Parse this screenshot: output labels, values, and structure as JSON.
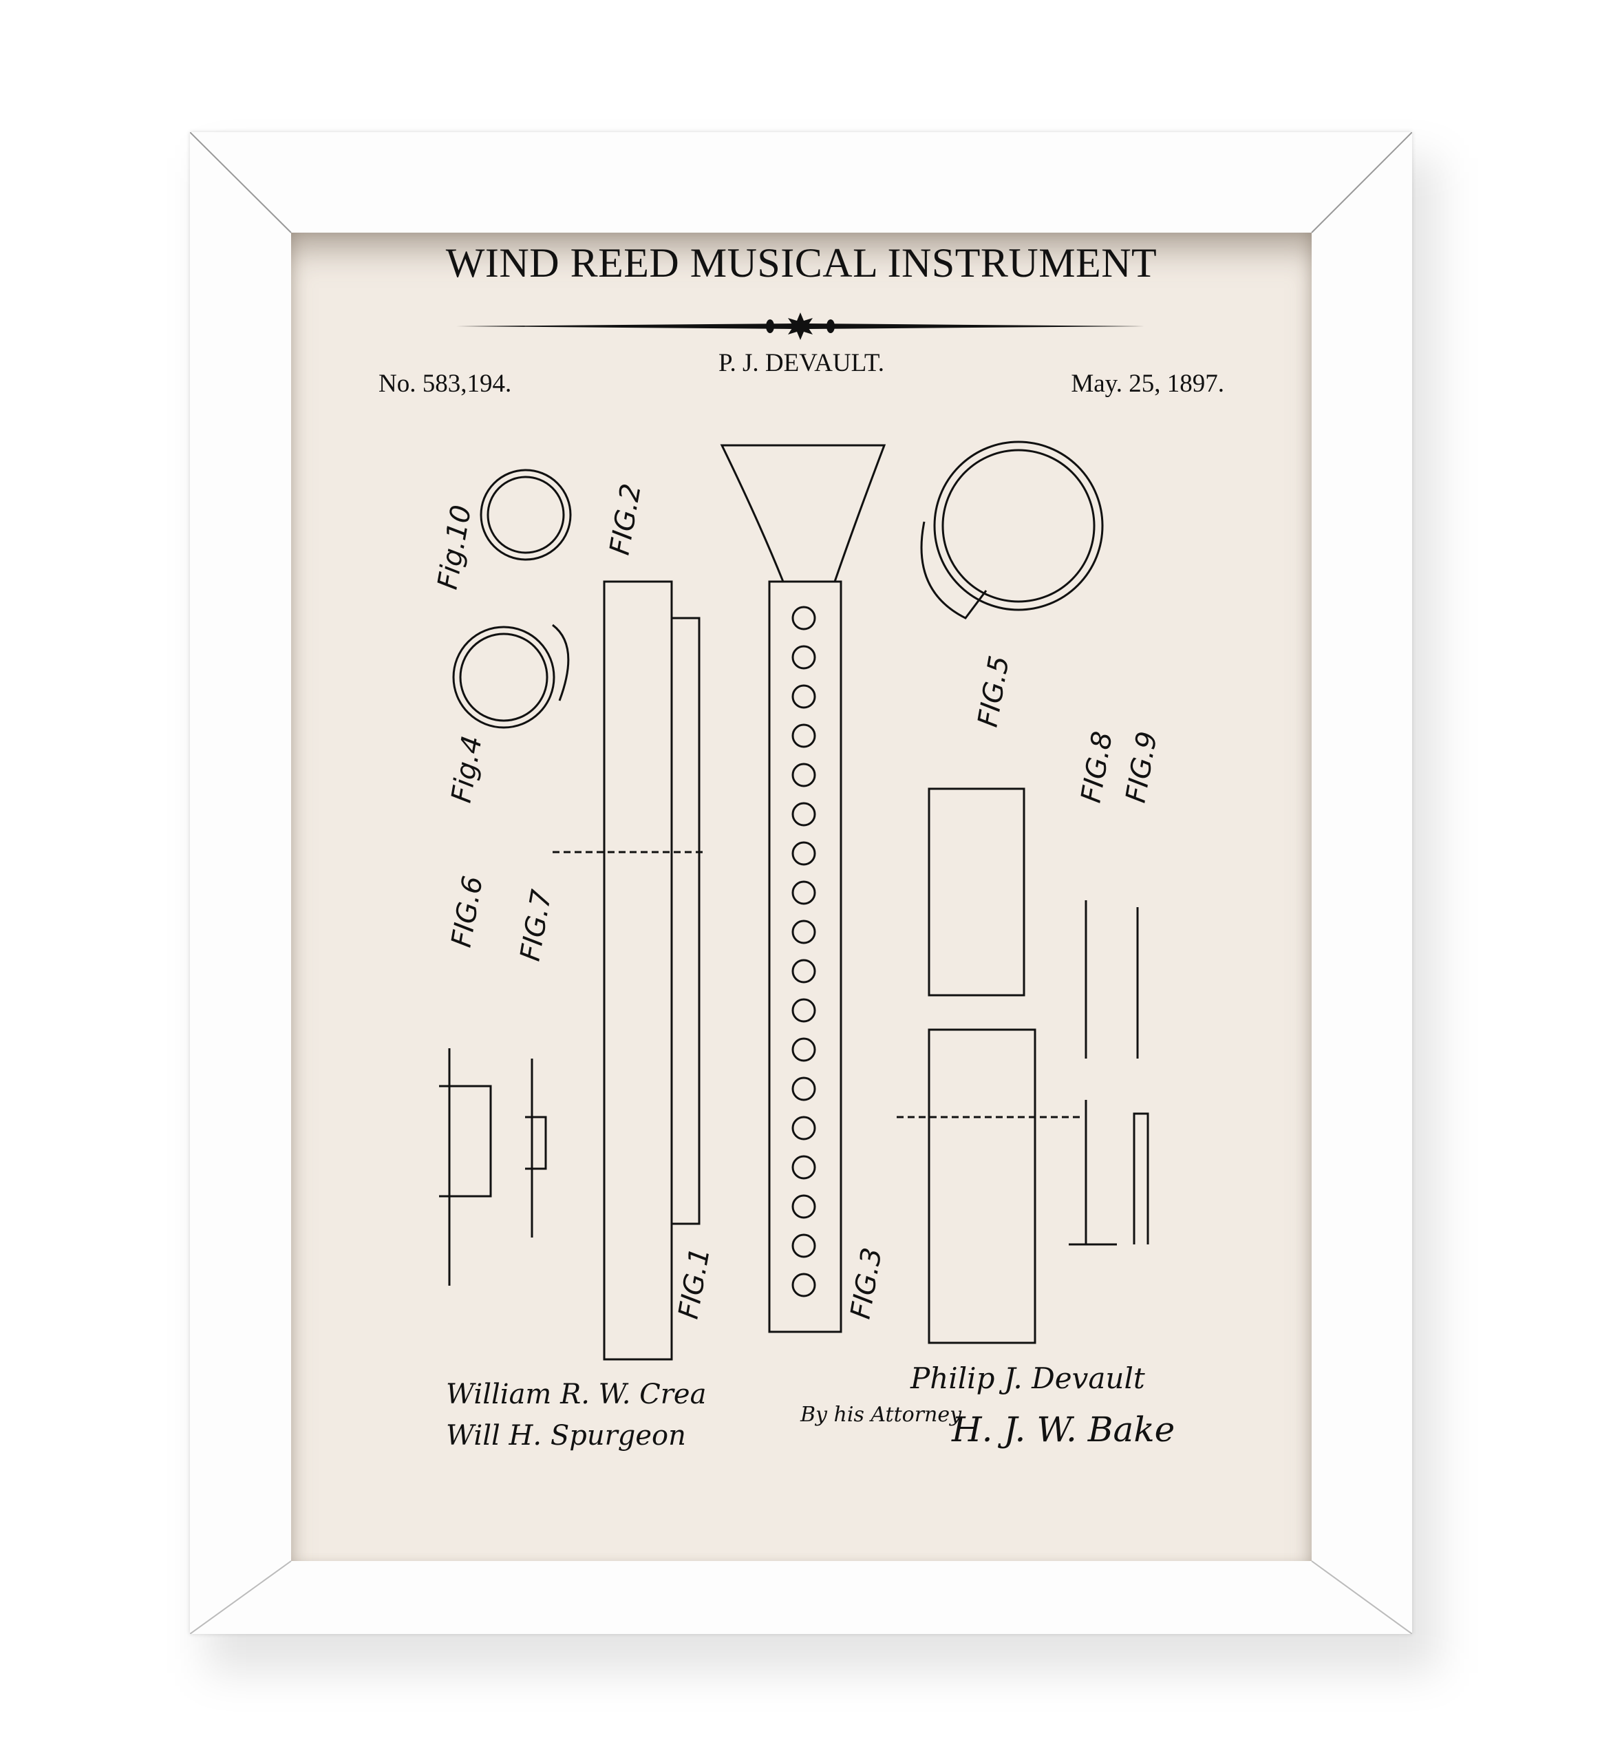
{
  "poster": {
    "title": "WIND REED MUSICAL INSTRUMENT",
    "inventor": "P. J. DEVAULT.",
    "patent_number": "No. 583,194.",
    "date": "May. 25, 1897.",
    "paper_color": "#f2ebe3",
    "frame_color": "#fdfdfd",
    "ink_color": "#111111"
  },
  "figures": [
    "Fig.10",
    "FIG.2",
    "Fig.4",
    "FIG.6",
    "FIG.7",
    "FIG.1",
    "FIG.3",
    "FIG.5",
    "FIG.8",
    "FIG.9"
  ],
  "signatures": {
    "witness_1": "William R. W. Crea",
    "witness_2": "Will H. Spurgeon",
    "inventor": "Philip J. Devault",
    "attorney_label": "By his Attorney",
    "attorney": "H. J. W. Bake"
  }
}
